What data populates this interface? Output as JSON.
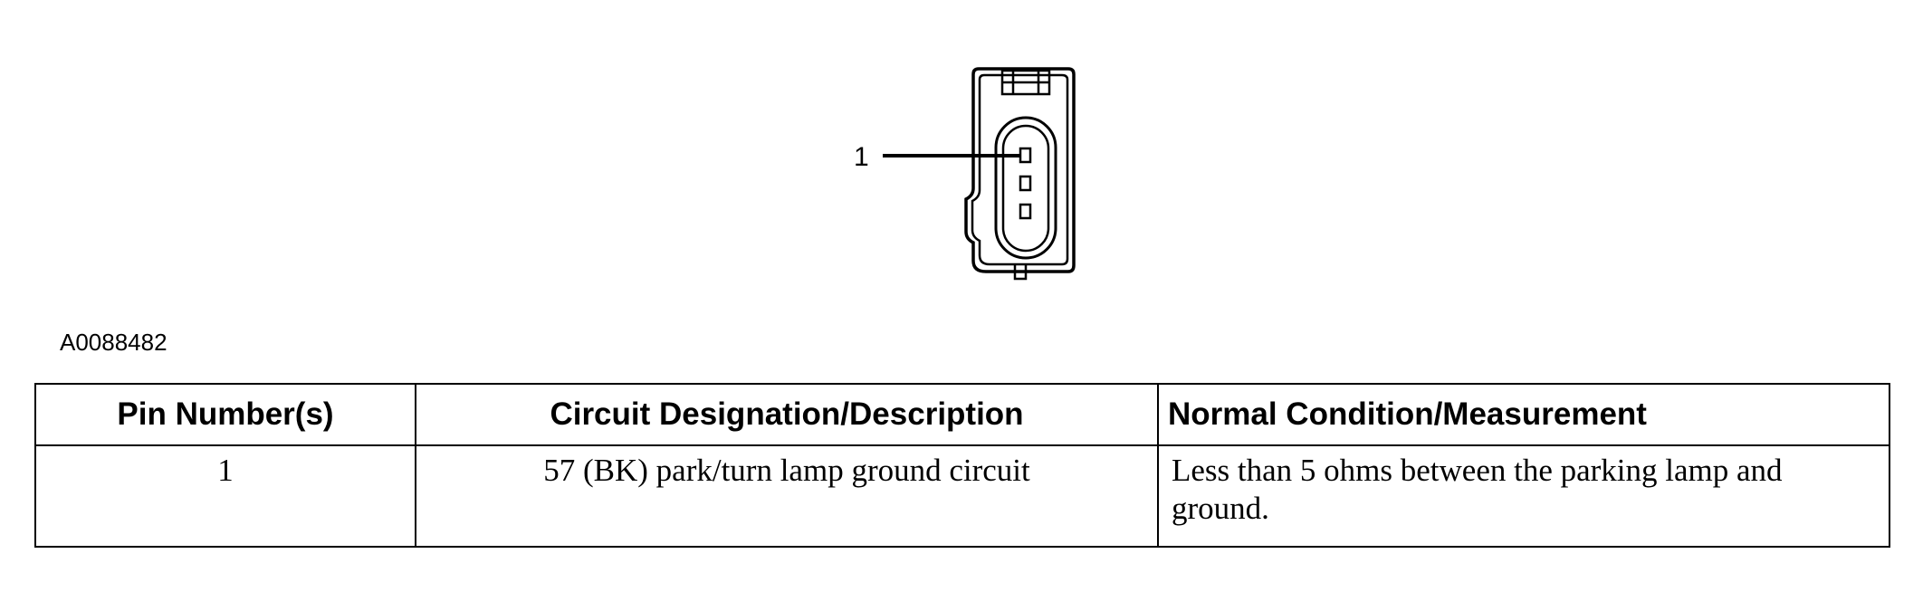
{
  "figure": {
    "callout_label": "1",
    "figure_id": "A0088482"
  },
  "table": {
    "headers": [
      "Pin Number(s)",
      "Circuit Designation/Description",
      "Normal Condition/Measurement"
    ],
    "rows": [
      {
        "pin": "1",
        "circuit": "57 (BK) park/turn lamp ground circuit",
        "measurement": "Less than 5 ohms between the parking lamp and ground."
      }
    ]
  },
  "colors": {
    "line": "#000000",
    "background": "#ffffff"
  }
}
